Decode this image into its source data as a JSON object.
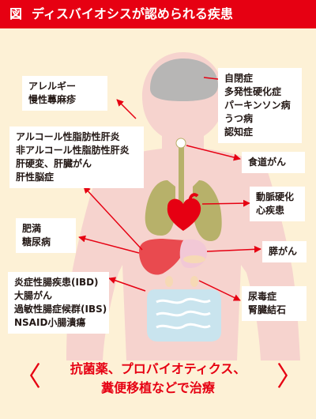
{
  "title": {
    "prefix": "図",
    "text": "ディスバイオシスが認められる疾患"
  },
  "labels": {
    "allergy": [
      "アレルギー",
      "慢性蕁麻疹"
    ],
    "liver": [
      "アルコール性脂肪性肝炎",
      "非アルコール性脂肪性肝炎",
      "肝硬変、肝臓がん",
      "肝性脳症"
    ],
    "obesity": [
      "肥満",
      "糖尿病"
    ],
    "intestine": [
      "炎症性腸疾患(IBD)",
      "大腸がん",
      "過敏性腸症候群(IBS)",
      "NSAID小腸潰瘍"
    ],
    "brain": [
      "自閉症",
      "多発性硬化症",
      "パーキンソン病",
      "うつ病",
      "認知症"
    ],
    "esophagus": [
      "食道がん"
    ],
    "heart": [
      "動脈硬化",
      "心疾患"
    ],
    "pancreas": [
      "膵がん"
    ],
    "kidney": [
      "尿毒症",
      "腎臓結石"
    ]
  },
  "treatment": [
    "抗菌薬、プロバイオティクス、",
    "糞便移植などで治療"
  ],
  "brackets": {
    "left": "〈",
    "right": "〉"
  },
  "colors": {
    "title_bg": "#e60012",
    "background": "#fdf1d6",
    "body": "#f6d3ce",
    "brain": "#b7b6b5",
    "lung": "#b7b16a",
    "heart": "#e60012",
    "liver": "#e94a4f",
    "stomach": "#f2c8d6",
    "intestine": "#c9e4ee",
    "pancreas": "#f6d9b5",
    "esophagus": "#b7b16a",
    "arrow": "#e60012"
  }
}
